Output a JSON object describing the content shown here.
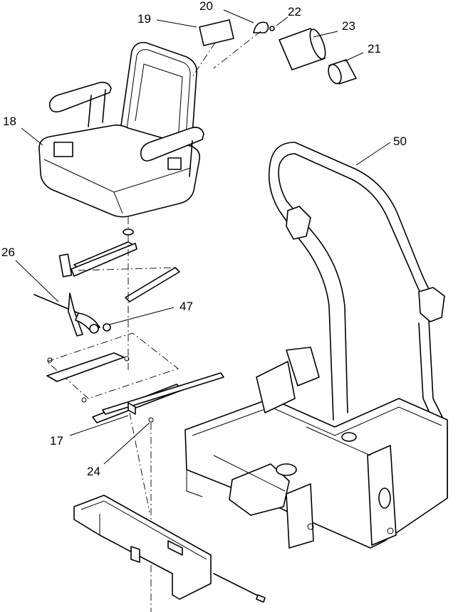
{
  "callouts": {
    "c17": "17",
    "c18": "18",
    "c19": "19",
    "c20": "20",
    "c21": "21",
    "c22": "22",
    "c23": "23",
    "c24": "24",
    "c26": "26",
    "c47": "47",
    "c50": "50"
  }
}
